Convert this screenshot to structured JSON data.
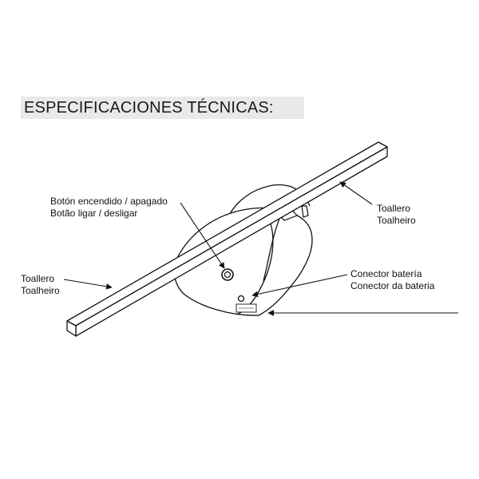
{
  "title": "ESPECIFICACIONES TÉCNICAS:",
  "callouts": {
    "power_button": {
      "line1": "Botón encendido / apagado",
      "line2": "Botão ligar / desligar"
    },
    "towel_bar_right": {
      "line1": "Toallero",
      "line2": "Toalheiro"
    },
    "towel_bar_left": {
      "line1": "Toallero",
      "line2": "Toalheiro"
    },
    "battery_connector": {
      "line1": "Conector batería",
      "line2": "Conector da bateria"
    }
  },
  "colors": {
    "line": "#111111",
    "title_background": "#e9e9e9"
  }
}
